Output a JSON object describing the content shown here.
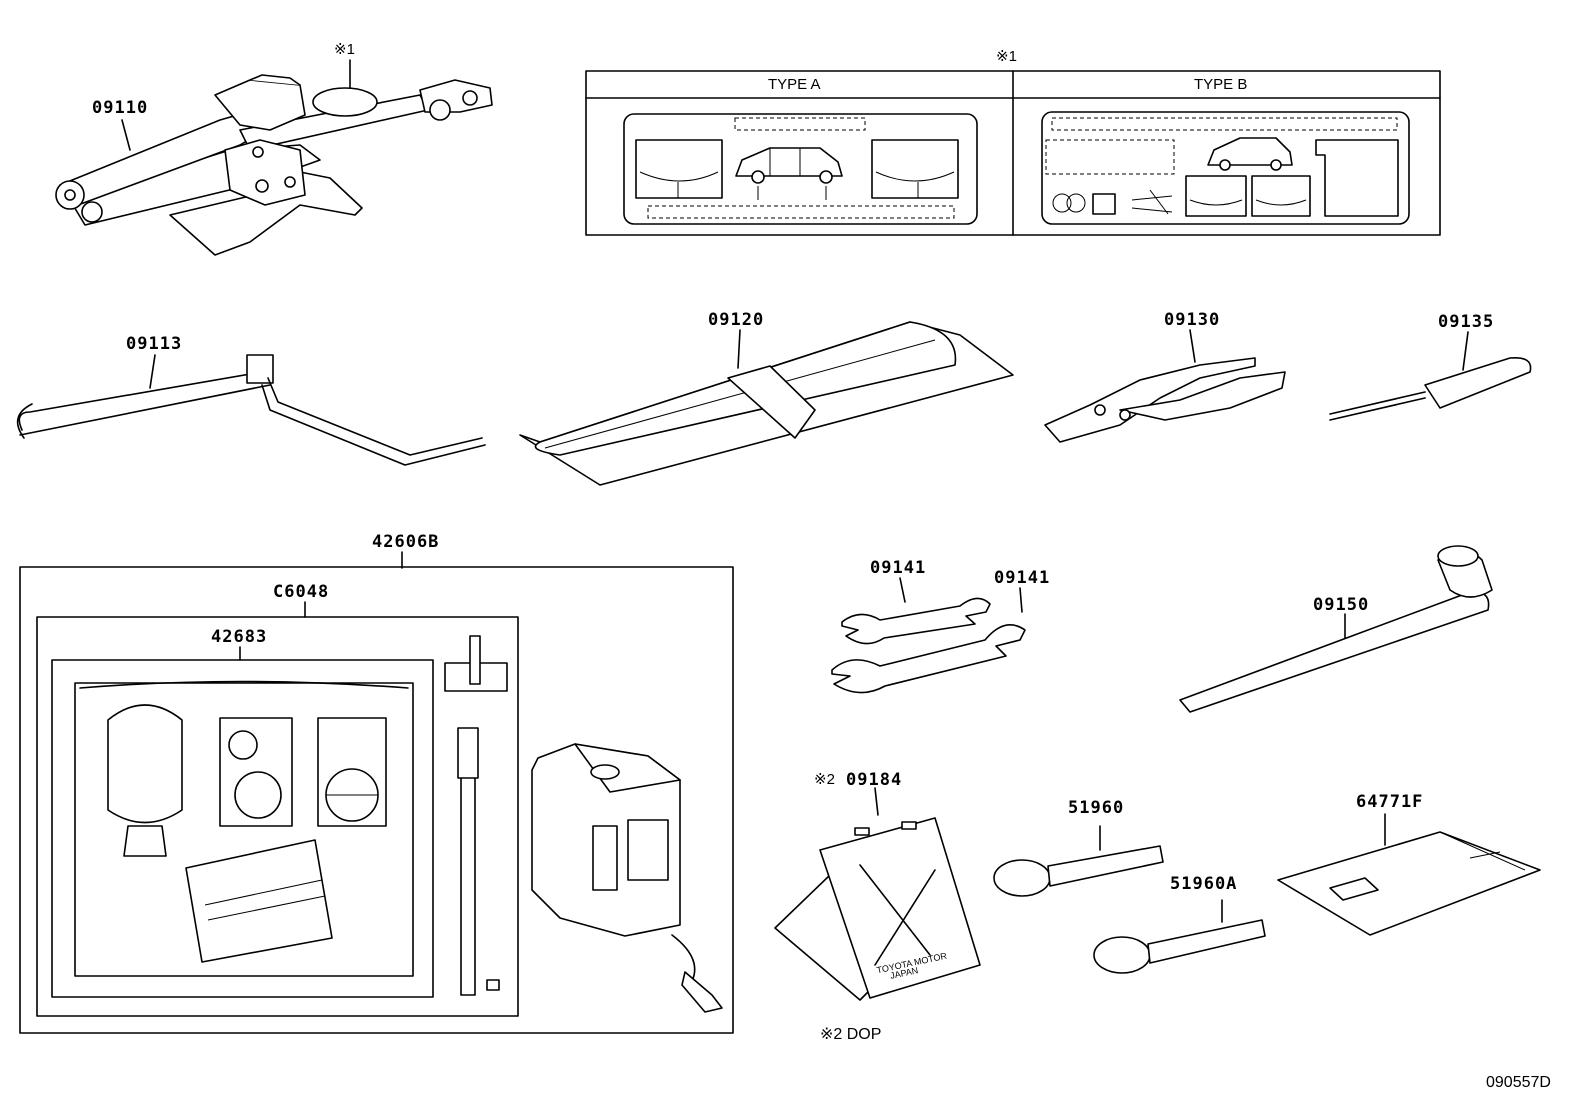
{
  "figure_id": "090557D",
  "notes": {
    "note1_mark": "※1",
    "note2_mark": "※2",
    "note2_text": "※2 DOP"
  },
  "labels": {
    "jack": "09110",
    "jack_handle": "09113",
    "tool_bag": "09120",
    "pliers": "09130",
    "screwdriver": "09135",
    "wrench_1": "09141",
    "wrench_2": "09141",
    "lug_wrench": "09150",
    "repair_kit_outer": "42606B",
    "repair_kit_inner": "C6048",
    "sealant_bottle_kit": "42683",
    "wheel_chock": "09184",
    "towing_eye_1": "51960",
    "towing_eye_2": "51960A",
    "manual_pouch": "64771F"
  },
  "label_table": {
    "type_a": "TYPE A",
    "type_b": "TYPE B"
  },
  "chock_text": {
    "line1": "TOYOTA MOTOR",
    "line2": "JAPAN"
  },
  "colors": {
    "line": "#000000",
    "background": "#ffffff"
  },
  "icons": [
    "jack-icon",
    "jack-handle-icon",
    "tool-bag-icon",
    "pliers-icon",
    "screwdriver-icon",
    "wrench-icon",
    "lug-wrench-icon",
    "sealant-bottle-icon",
    "compressor-icon",
    "wheel-chock-icon",
    "towing-eye-icon",
    "manual-pouch-icon",
    "caution-label-icon"
  ]
}
